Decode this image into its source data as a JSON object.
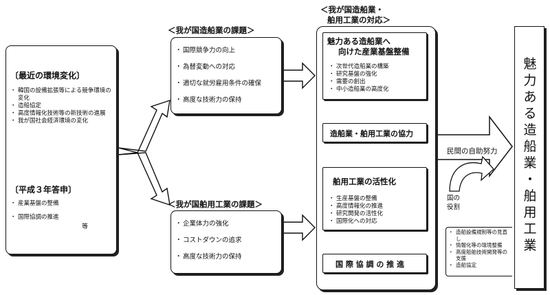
{
  "left": {
    "env_title": "〔最近の環境変化〕",
    "env_items": [
      "韓国の設備拡張等による競争環境の変化",
      "造船協定",
      "高度情報化技術等の新技術の進展",
      "我が国社会経済環境の変化"
    ],
    "report_title": "〔平成３年答申〕",
    "report_items": [
      "産業基盤の整備",
      "国際協調の推進"
    ],
    "report_etc": "等"
  },
  "ship_issues": {
    "title": "＜我が国造船業の課題＞",
    "items": [
      "国際競争力の向上",
      "為替変動への対応",
      "適切な就労雇用条件の確保",
      "高度な技術力の保持"
    ]
  },
  "equip_issues": {
    "title": "＜我が国舶用工業の課題＞",
    "items": [
      "企業体力の強化",
      "コストダウンの追求",
      "高度な技術力の保持"
    ]
  },
  "response": {
    "title_line1": "＜我が国造船業・",
    "title_line2": "舶用工業の対応＞",
    "base": {
      "title_line1": "魅力ある造船業へ",
      "title_line2": "向けた産業基盤整備",
      "items": [
        "次世代造船業の構築",
        "研究基盤の強化",
        "需要の創出",
        "中小造船業の高度化"
      ]
    },
    "coop": "造船業・舶用工業の協力",
    "vital": {
      "title": "舶用工業の活性化",
      "items": [
        "生産基盤の整備",
        "高度情報化の推進",
        "研究開発の活性化",
        "国際化への対応"
      ]
    },
    "intl": "国 際 協 調 の 推 進"
  },
  "private_effort": "民間の自助努力",
  "gov_role_line1": "国の",
  "gov_role_line2": "役割",
  "gov_items": [
    "造船設備規制等の見直し",
    "情報化等の環境整備",
    "高度船舶技術開発等の支援",
    "造船協定"
  ],
  "goal": [
    "魅",
    "力",
    "あ",
    "る",
    "造",
    "船",
    "業",
    "・",
    "舶",
    "用",
    "工",
    "業"
  ]
}
